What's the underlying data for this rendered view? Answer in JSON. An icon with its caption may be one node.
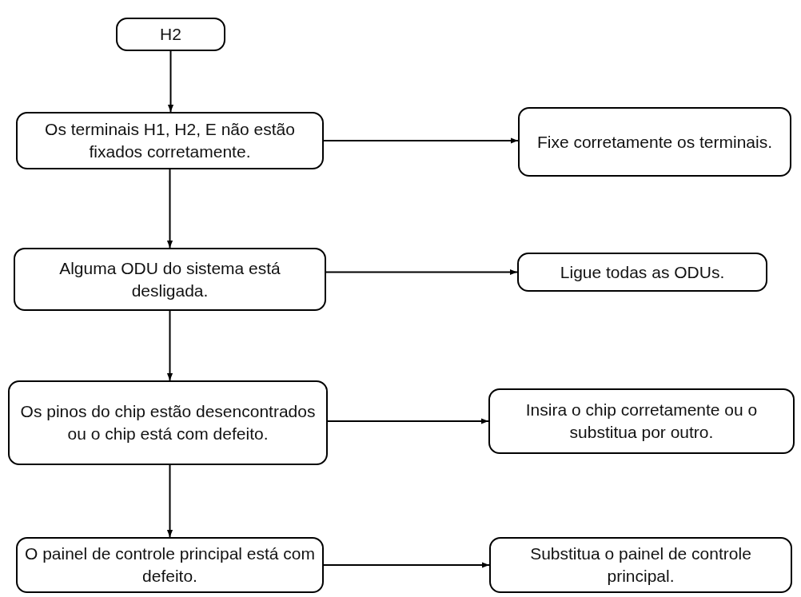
{
  "diagram": {
    "nodes": [
      {
        "text": [
          "H2"
        ]
      },
      {
        "text": [
          "Os terminais H1, H2, E não estão fixados corretamente."
        ]
      },
      {
        "text": [
          "Fixe corretamente os terminais."
        ]
      },
      {
        "text": [
          "Alguma ODU do sistema está desligada."
        ]
      },
      {
        "text": [
          "Ligue todas as ODUs."
        ]
      },
      {
        "text": [
          "Os pinos do chip estão desencontrados ou o chip está com defeito."
        ]
      },
      {
        "text": [
          "Insira o chip corretamente ou o substitua por outro."
        ]
      },
      {
        "text": [
          "O painel de controle principal está com defeito."
        ]
      },
      {
        "text": [
          "Substitua o painel de controle principal."
        ]
      }
    ],
    "edges": [
      {
        "from": 0,
        "to": 1,
        "arrow": "to"
      },
      {
        "from": 1,
        "to": 2,
        "arrow": "to"
      },
      {
        "from": 1,
        "to": 3,
        "arrow": "to"
      },
      {
        "from": 3,
        "to": 4,
        "arrow": "to"
      },
      {
        "from": 3,
        "to": 5,
        "arrow": "to"
      },
      {
        "from": 5,
        "to": 6,
        "arrow": "to"
      },
      {
        "from": 5,
        "to": 7,
        "arrow": "to"
      },
      {
        "from": 7,
        "to": 8,
        "arrow": "to"
      }
    ]
  }
}
